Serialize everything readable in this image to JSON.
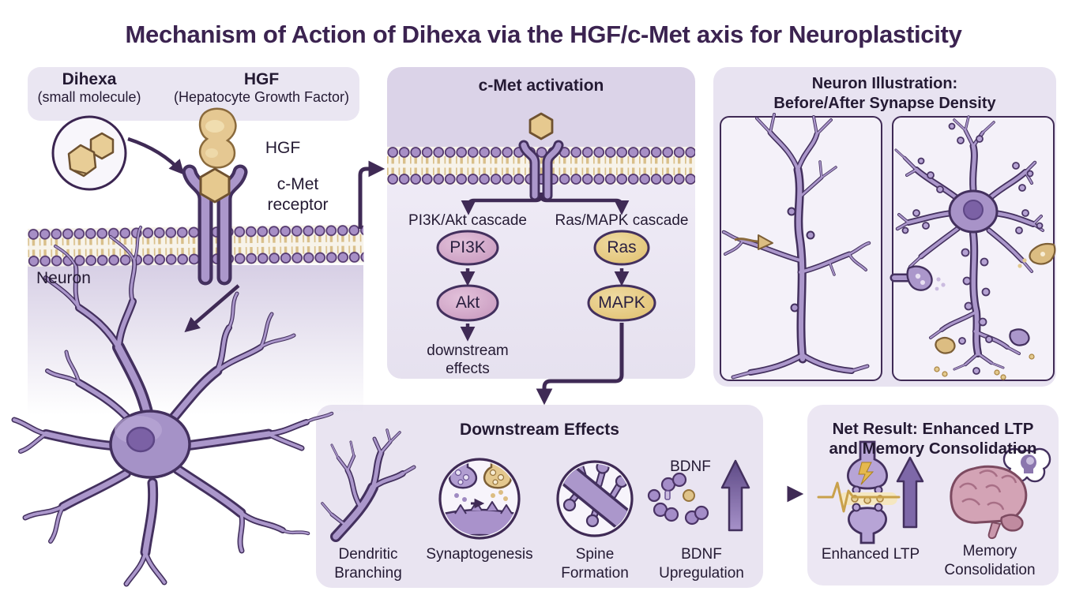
{
  "title": "Mechanism of Action of Dihexa via the HGF/c-Met axis for Neuroplasticity",
  "left": {
    "legend": {
      "dihexa_name": "Dihexa",
      "dihexa_sub": "(small molecule)",
      "hgf_name": "HGF",
      "hgf_sub": "(Hepatocyte Growth Factor)"
    },
    "hgf_label": "HGF",
    "receptor_line1": "c-Met",
    "receptor_line2": "receptor",
    "neuron_label": "Neuron"
  },
  "middle": {
    "title": "c-Met activation",
    "cascade_left": "PI3K/Akt cascade",
    "cascade_right": "Ras/MAPK cascade",
    "nodes": {
      "pi3k": "PI3K",
      "akt": "Akt",
      "ras": "Ras",
      "mapk": "MAPK"
    },
    "downstream_line1": "downstream",
    "downstream_line2": "effects"
  },
  "right": {
    "title_line1": "Neuron Illustration:",
    "title_line2": "Before/After Synapse Density"
  },
  "downstream": {
    "title": "Downstream Effects",
    "bdnf_label": "BDNF",
    "items": [
      {
        "line1": "Dendritic",
        "line2": "Branching"
      },
      {
        "line1": "Synaptogenesis",
        "line2": ""
      },
      {
        "line1": "Spine",
        "line2": "Formation"
      },
      {
        "line1": "BDNF",
        "line2": "Upregulation"
      }
    ]
  },
  "result": {
    "title_line1": "Net Result: Enhanced LTP",
    "title_line2": "and Memory Consolidation",
    "items": [
      {
        "line1": "Enhanced LTP",
        "line2": ""
      },
      {
        "line1": "Memory",
        "line2": "Consolidation"
      }
    ]
  },
  "colors": {
    "accent": "#3b2350",
    "panel_lavender": "#e7e2f0",
    "tan": "#e6c98f",
    "tube_purple": "#ab97cb",
    "outline_purple": "#43305e"
  }
}
